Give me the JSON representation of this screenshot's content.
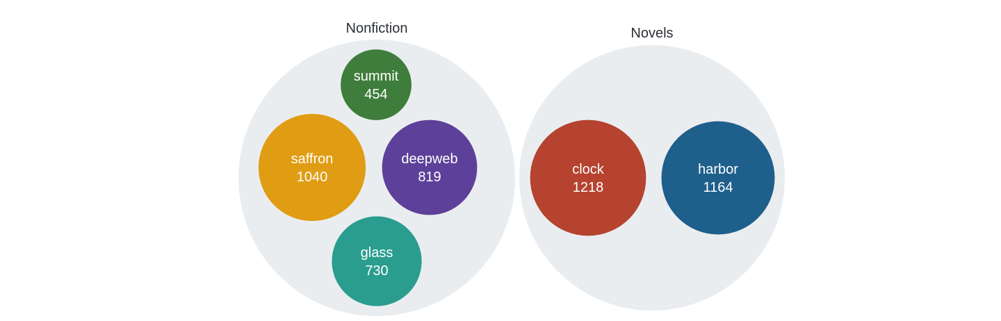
{
  "chart_data": {
    "type": "packed-bubble",
    "groups": [
      {
        "name": "Nonfiction",
        "items": [
          {
            "name": "summit",
            "value": 454
          },
          {
            "name": "saffron",
            "value": 1040
          },
          {
            "name": "deepweb",
            "value": 819
          },
          {
            "name": "glass",
            "value": 730
          }
        ]
      },
      {
        "name": "Novels",
        "items": [
          {
            "name": "clock",
            "value": 1218
          },
          {
            "name": "harbor",
            "value": 1164
          }
        ]
      }
    ]
  },
  "colors": {
    "summit": "#3e7d3b",
    "saffron": "#e09c12",
    "deepweb": "#5d4099",
    "glass": "#2a9d8f",
    "clock": "#b5432f",
    "harbor": "#1f5f8b",
    "group_fill": "#eaedf0"
  }
}
